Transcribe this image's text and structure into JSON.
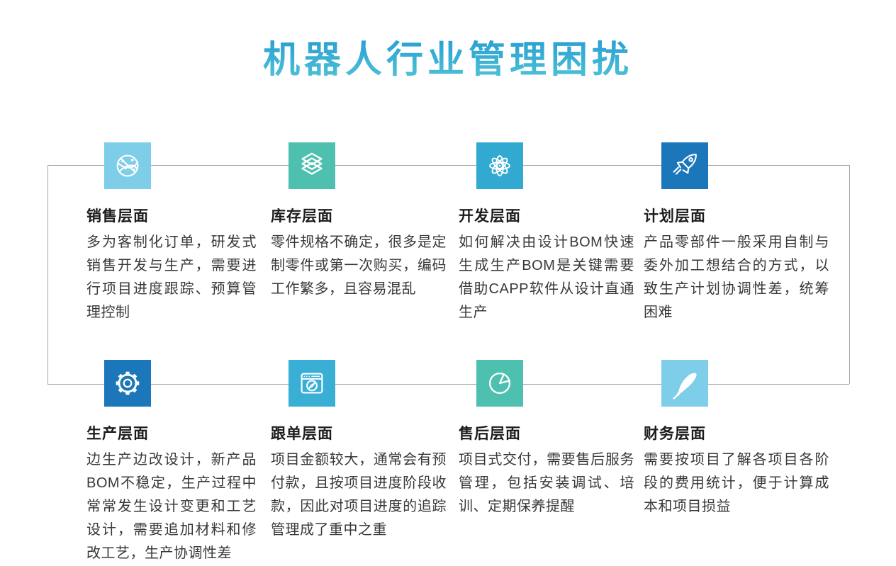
{
  "page": {
    "title": "机器人行业管理困扰",
    "title_gradient": {
      "from": "#1f97d3",
      "to": "#52c5d6"
    },
    "connector_color": "#a6a6a6",
    "background": "#ffffff"
  },
  "palette": {
    "light_sky_blue": "#7ecde9",
    "teal": "#4ec0af",
    "cyan_blue": "#31a9d1",
    "dark_blue": "#1b77b9"
  },
  "sections": [
    {
      "id": "sales",
      "heading": "销售层面",
      "body": "多为客制化订单，研发式销售开发与生产，需要进行项目进度跟踪、预算管理控制",
      "icon": "globe-network-icon",
      "color": "#7ecde9"
    },
    {
      "id": "inventory",
      "heading": "库存层面",
      "body": "零件规格不确定，很多是定制零件或第一次购买，编码工作繁多，且容易混乱",
      "icon": "layers-icon",
      "color": "#4ec0af"
    },
    {
      "id": "development",
      "heading": "开发层面",
      "body": "如何解决由设计BOM快速生成生产BOM是关键需要借助CAPP软件从设计直通生产",
      "icon": "atom-icon",
      "color": "#31a9d1"
    },
    {
      "id": "planning",
      "heading": "计划层面",
      "body": "产品零部件一般采用自制与委外加工想结合的方式，以致生产计划协调性差，统筹困难",
      "icon": "rocket-icon",
      "color": "#1b77b9"
    },
    {
      "id": "production",
      "heading": "生产层面",
      "body": "边生产边改设计，新产品BOM不稳定，生产过程中常常发生设计变更和工艺设计，需要追加材料和修改工艺，生产协调性差",
      "icon": "gear-icon",
      "color": "#1b77b9"
    },
    {
      "id": "order-tracking",
      "heading": "跟单层面",
      "body": "项目金额较大，通常会有预付款，且按项目进度阶段收款，因此对项目进度的追踪管理成了重中之重",
      "icon": "browser-compass-icon",
      "color": "#3aafd6"
    },
    {
      "id": "after-sales",
      "heading": "售后层面",
      "body": "项目式交付，需要售后服务管理，包括安装调试、培训、定期保养提醒",
      "icon": "pie-chart-icon",
      "color": "#4ec0af"
    },
    {
      "id": "finance",
      "heading": "财务层面",
      "body": "需要按项目了解各项目各阶段的费用统计，便于计算成本和项目损益",
      "icon": "feather-icon",
      "color": "#7ecde9"
    }
  ]
}
